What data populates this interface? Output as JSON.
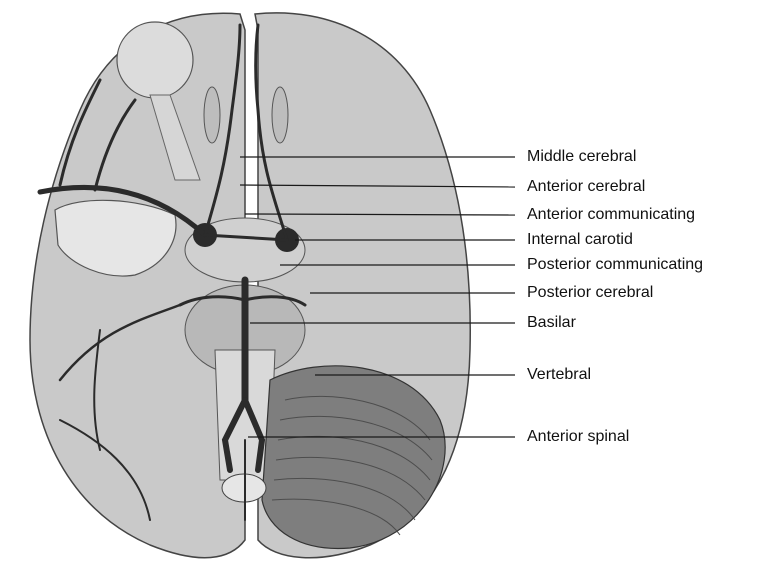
{
  "diagram": {
    "labels": [
      "Middle cerebral",
      "Anterior cerebral",
      "Anterior communicating",
      "Internal carotid",
      "Posterior communicating",
      "Posterior cerebral",
      "Basilar",
      "Vertebral",
      "Anterior spinal"
    ]
  },
  "colors": {
    "brain_fill": "#c8c8c8",
    "brain_shade": "#a9a9a9",
    "vessel": "#2b2b2b",
    "leader_line": "#1a1a1a"
  }
}
